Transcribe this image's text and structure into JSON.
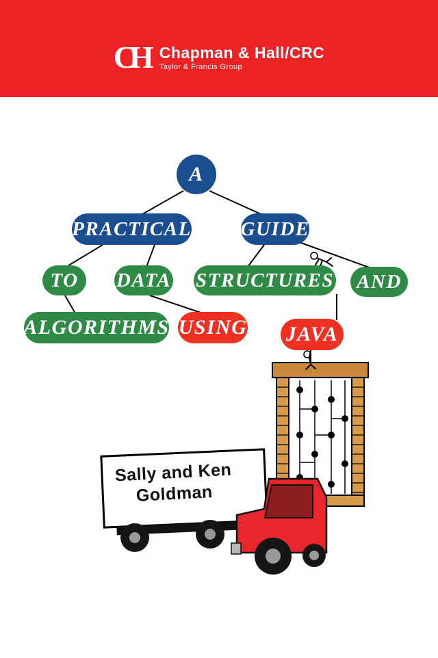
{
  "publisher": {
    "logo_mark": "CH",
    "name": "Chapman & Hall/CRC",
    "tagline": "Taylor & Francis Group"
  },
  "tree": {
    "nodes": [
      {
        "id": "a",
        "label": "A",
        "color": "blue"
      },
      {
        "id": "practical",
        "label": "PRACTICAL",
        "color": "blue"
      },
      {
        "id": "guide",
        "label": "GUIDE",
        "color": "blue"
      },
      {
        "id": "to",
        "label": "TO",
        "color": "green"
      },
      {
        "id": "data",
        "label": "DATA",
        "color": "green"
      },
      {
        "id": "structures",
        "label": "STRUCTURES",
        "color": "green"
      },
      {
        "id": "and",
        "label": "AND",
        "color": "green"
      },
      {
        "id": "algorithms",
        "label": "ALGORITHMS",
        "color": "green"
      },
      {
        "id": "using",
        "label": "USING",
        "color": "red"
      },
      {
        "id": "java",
        "label": "JAVA",
        "color": "red"
      }
    ],
    "edges": [
      [
        "A",
        "PRACTICAL"
      ],
      [
        "A",
        "GUIDE"
      ],
      [
        "PRACTICAL",
        "TO"
      ],
      [
        "PRACTICAL",
        "DATA"
      ],
      [
        "GUIDE",
        "STRUCTURES"
      ],
      [
        "GUIDE",
        "AND"
      ],
      [
        "TO",
        "ALGORITHMS"
      ],
      [
        "DATA",
        "USING"
      ],
      [
        "STRUCTURES",
        "JAVA"
      ]
    ]
  },
  "truck": {
    "author_line1": "Sally and Ken",
    "author_line2": "Goldman"
  },
  "colors": {
    "banner": "#ED2224",
    "nodeBlue": "#1A4E8E",
    "nodeGreen": "#2E8A44",
    "nodeRed": "#EE3123",
    "truckRed": "#E8262B",
    "crateTan": "#D89B4D",
    "crateDark": "#C8873A"
  }
}
